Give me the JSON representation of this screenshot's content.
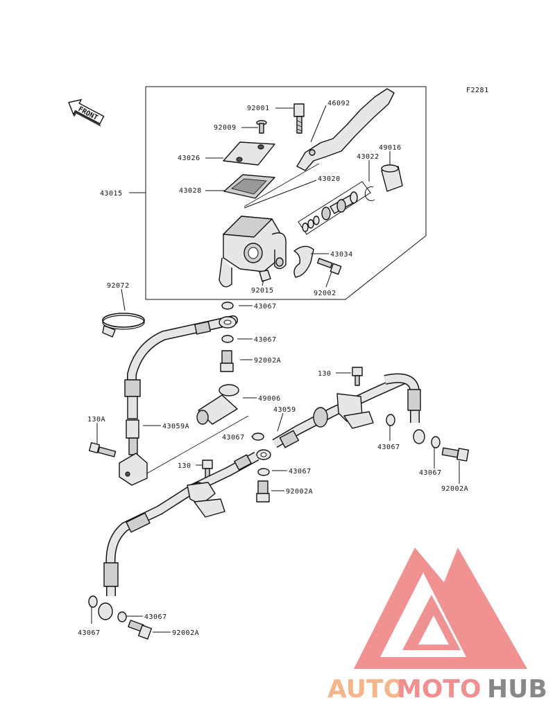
{
  "figure_code": "F2281",
  "front_label": "FRONT",
  "watermark": {
    "part1": "AUTO",
    "part2": "MOTO",
    "part3": "HUB",
    "colors": {
      "auto": "#f4b58a",
      "moto": "#ef8f8f",
      "hub": "#888888",
      "triangle": "#ef7f7f"
    }
  },
  "callouts": {
    "p92001": "92001",
    "p46092": "46092",
    "p92009": "92009",
    "p43026": "43026",
    "p43022": "43022",
    "p49016": "49016",
    "p43028": "43028",
    "p43020": "43020",
    "p43015": "43015",
    "p43034": "43034",
    "p92015": "92015",
    "p92002": "92002",
    "p92072": "92072",
    "p43067_a": "43067",
    "p43067_b": "43067",
    "p92002A_a": "92002A",
    "p130": "130",
    "p49006": "49006",
    "p43059": "43059",
    "p130A": "130A",
    "p43059A": "43059A",
    "p43067_c": "43067",
    "p43067_d": "43067",
    "p43067_e": "43067",
    "p130_b": "130",
    "p43067_f": "43067",
    "p92002A_b": "92002A",
    "p92002A_c": "92002A",
    "p43067_g": "43067",
    "p43067_h": "43067",
    "p92002A_d": "92002A"
  }
}
